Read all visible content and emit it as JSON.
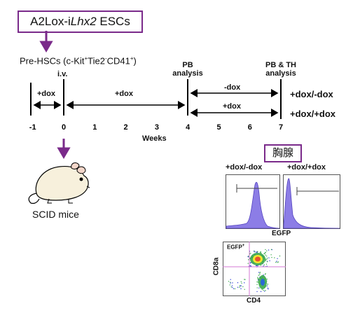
{
  "cell_line": {
    "prefix": "A2Lox-i",
    "gene": "Lhx2",
    "suffix": " ESCs"
  },
  "pre_hsc": {
    "prefix": "Pre-HSCs (c-Kit",
    "sup1": "+",
    "mid1": "Tie2",
    "sup2": "-",
    "mid2": "CD41",
    "sup3": "+",
    "suffix": ")"
  },
  "timeline": {
    "iv_label": "i.v.",
    "pb_label": "PB\nanalysis",
    "pbth_label": "PB & TH\nanalysis",
    "ticks": [
      "-1",
      "0",
      "1",
      "2",
      "3",
      "4",
      "5",
      "6",
      "7"
    ],
    "axis_label": "Weeks",
    "phase_labels": {
      "pre": "+dox",
      "main": "+dox",
      "upper": "-dox",
      "lower": "+dox"
    },
    "group_labels": [
      "+dox/-dox",
      "+dox/+dox"
    ]
  },
  "mouse_label": "SCID mice",
  "thymus_label": "胸腺",
  "histograms": {
    "titles": [
      "+dox/-dox",
      "+dox/+dox"
    ],
    "xlabel": "EGFP"
  },
  "scatter": {
    "gate_label": "EGFP",
    "gate_sup": "+",
    "xlabel": "CD4",
    "ylabel": "CD8a"
  },
  "colors": {
    "accent": "#7a2a8a",
    "histogram_fill": "#8c7de6",
    "gate_line": "#d67ad6"
  }
}
